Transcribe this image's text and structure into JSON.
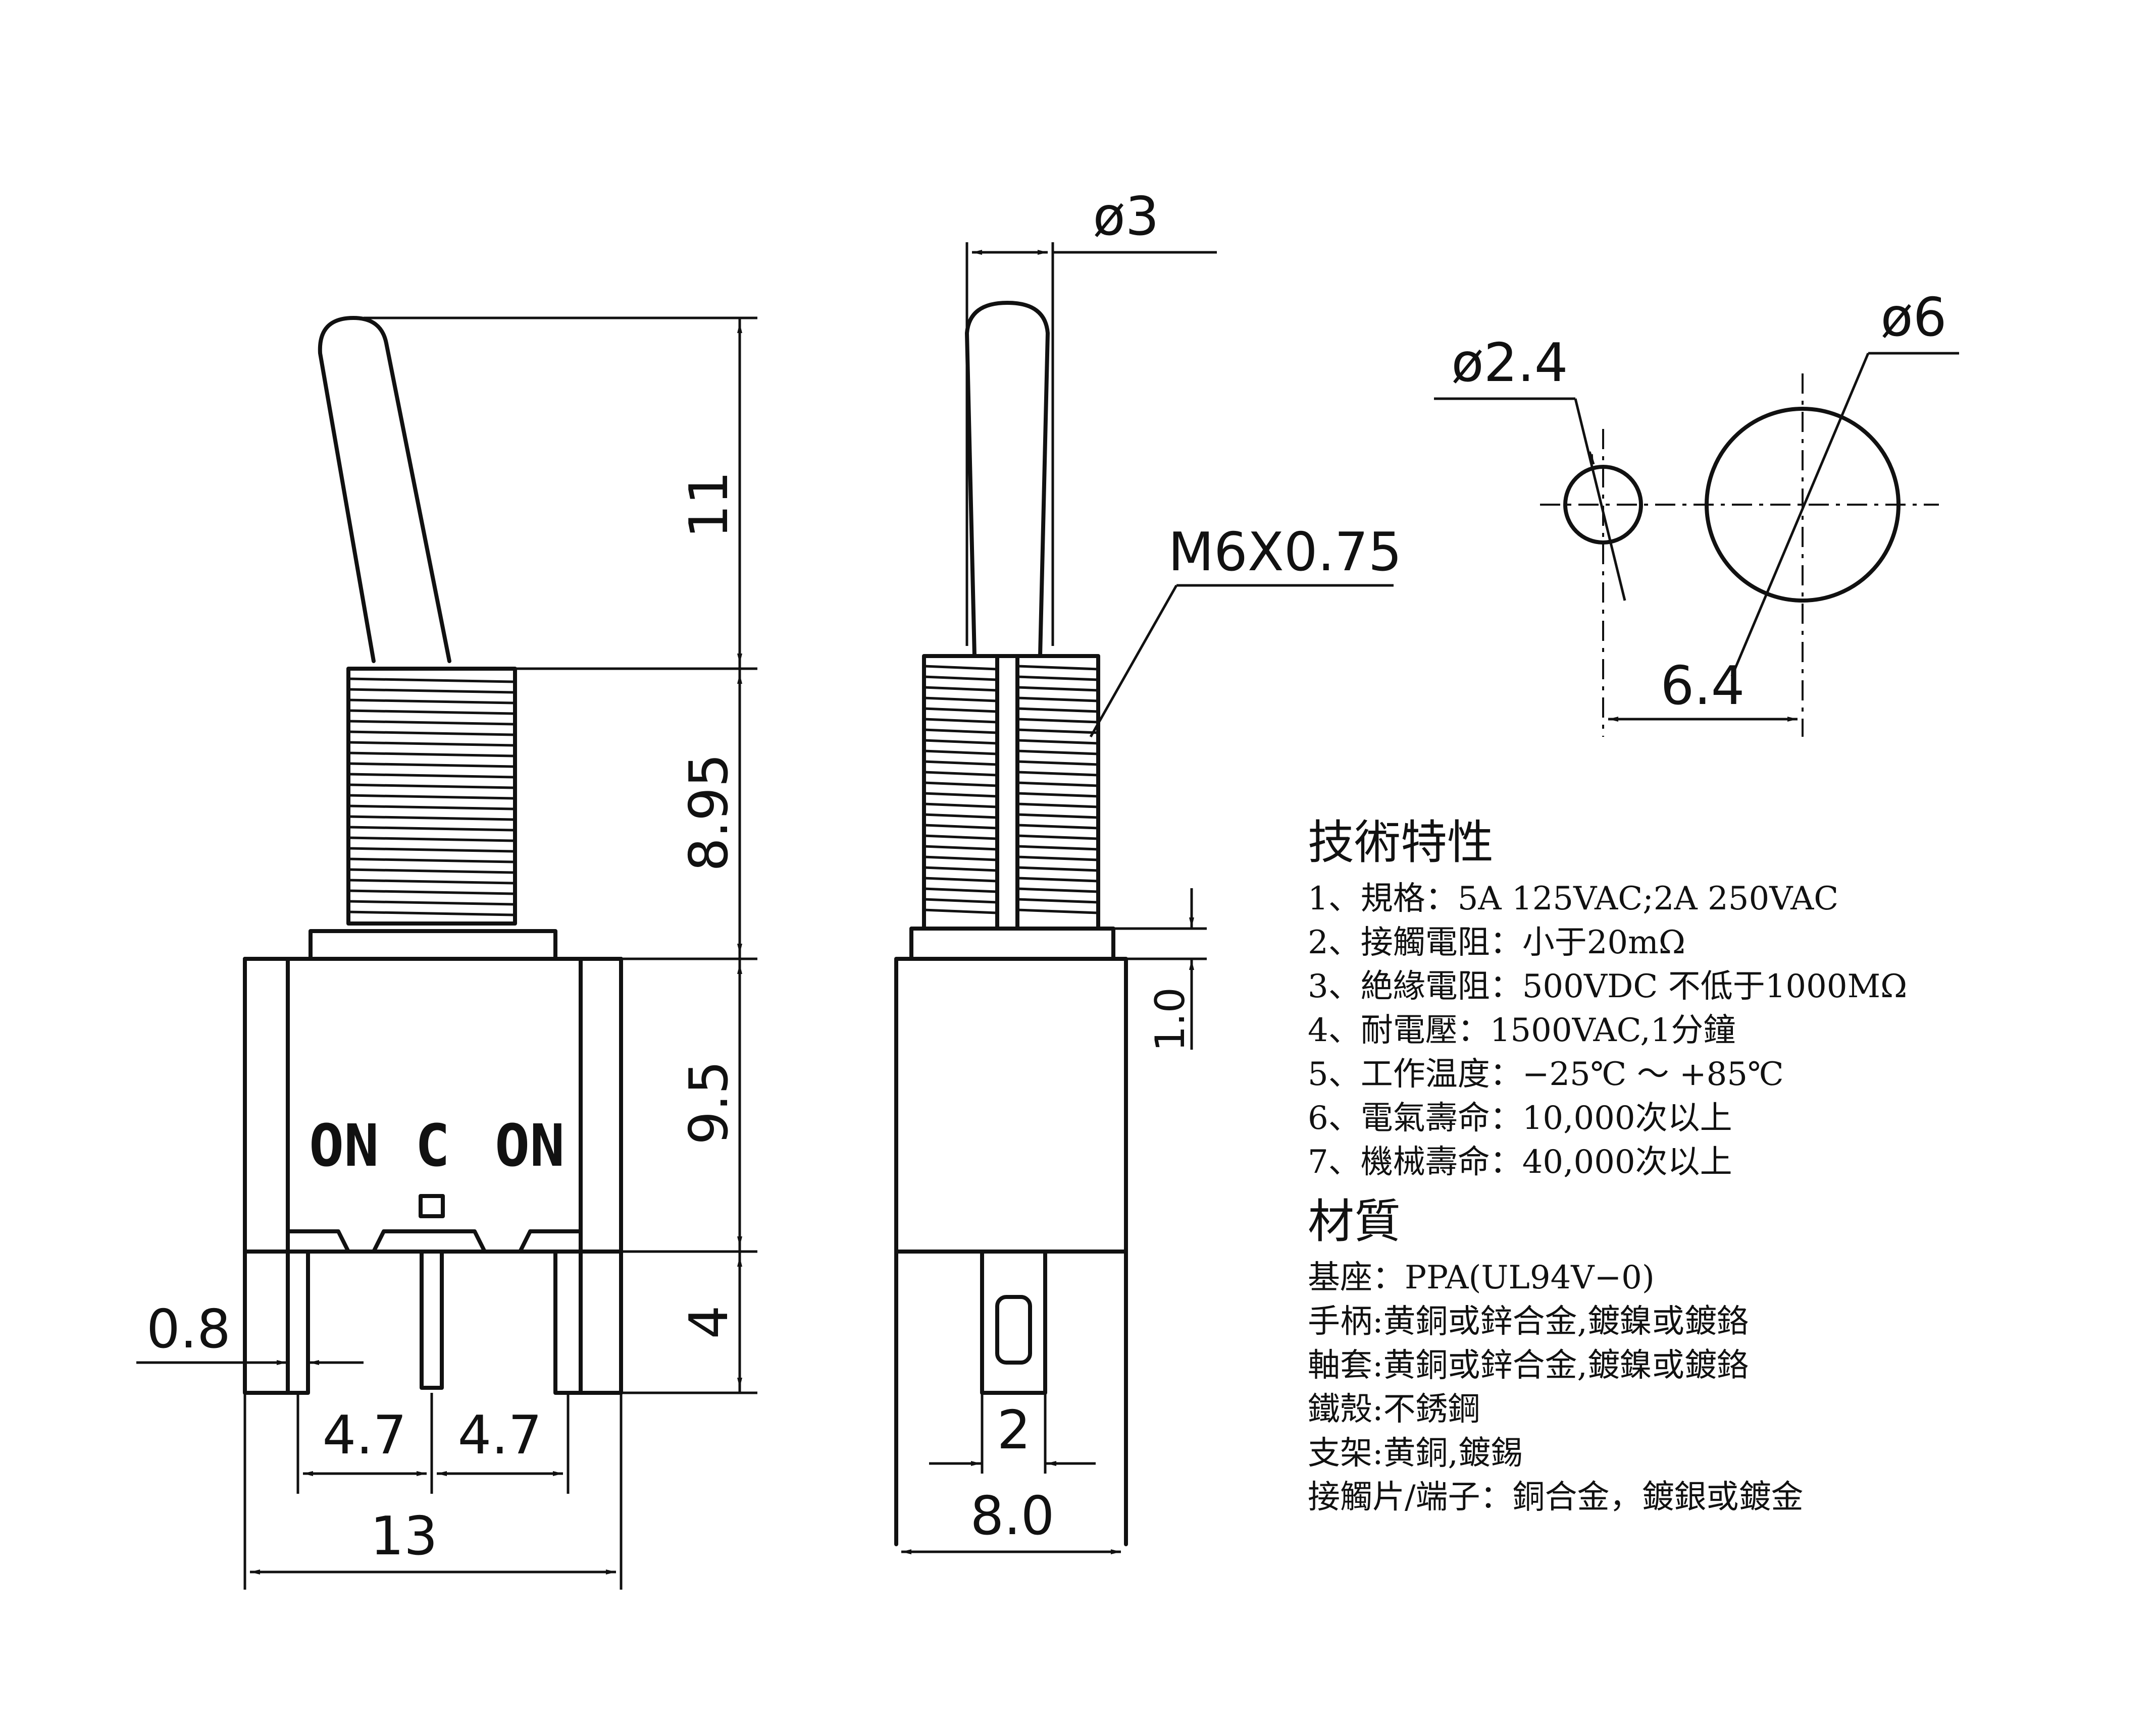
{
  "switch_labels": {
    "left": "ON",
    "center": "C",
    "right": "ON"
  },
  "dimensions": {
    "lever_height": "11",
    "bushing_height": "8.95",
    "body_height": "9.5",
    "pin_length": "4",
    "pin_width": "0.8",
    "pin_pitch_left": "4.7",
    "pin_pitch_right": "4.7",
    "body_width": "13",
    "lever_diameter": "ø3",
    "thread": "M6X0.75",
    "flange": "1.0",
    "terminal_width": "2",
    "body_depth": "8.0",
    "hole_small": "ø2.4",
    "hole_large": "ø6",
    "hole_pitch": "6.4"
  },
  "specs": {
    "title": "技術特性",
    "items": [
      "1、規格：5A 125VAC;2A 250VAC",
      "2、接觸電阻：小于20mΩ",
      "3、絶緣電阻：500VDC 不低于1000MΩ",
      "4、耐電壓：1500VAC,1分鐘",
      "5、工作温度：−25℃ ～ +85℃",
      "6、電氣壽命：10,000次以上",
      "7、機械壽命：40,000次以上"
    ]
  },
  "materials": {
    "title": "材質",
    "items": [
      "基座：PPA(UL94V−0)",
      "手柄:黄銅或鋅合金,鍍鎳或鍍鉻",
      "軸套:黄銅或鋅合金,鍍鎳或鍍鉻",
      "鐵殼:不銹鋼",
      "支架:黄銅,鍍錫",
      "接觸片/端子：銅合金，鍍銀或鍍金"
    ]
  }
}
